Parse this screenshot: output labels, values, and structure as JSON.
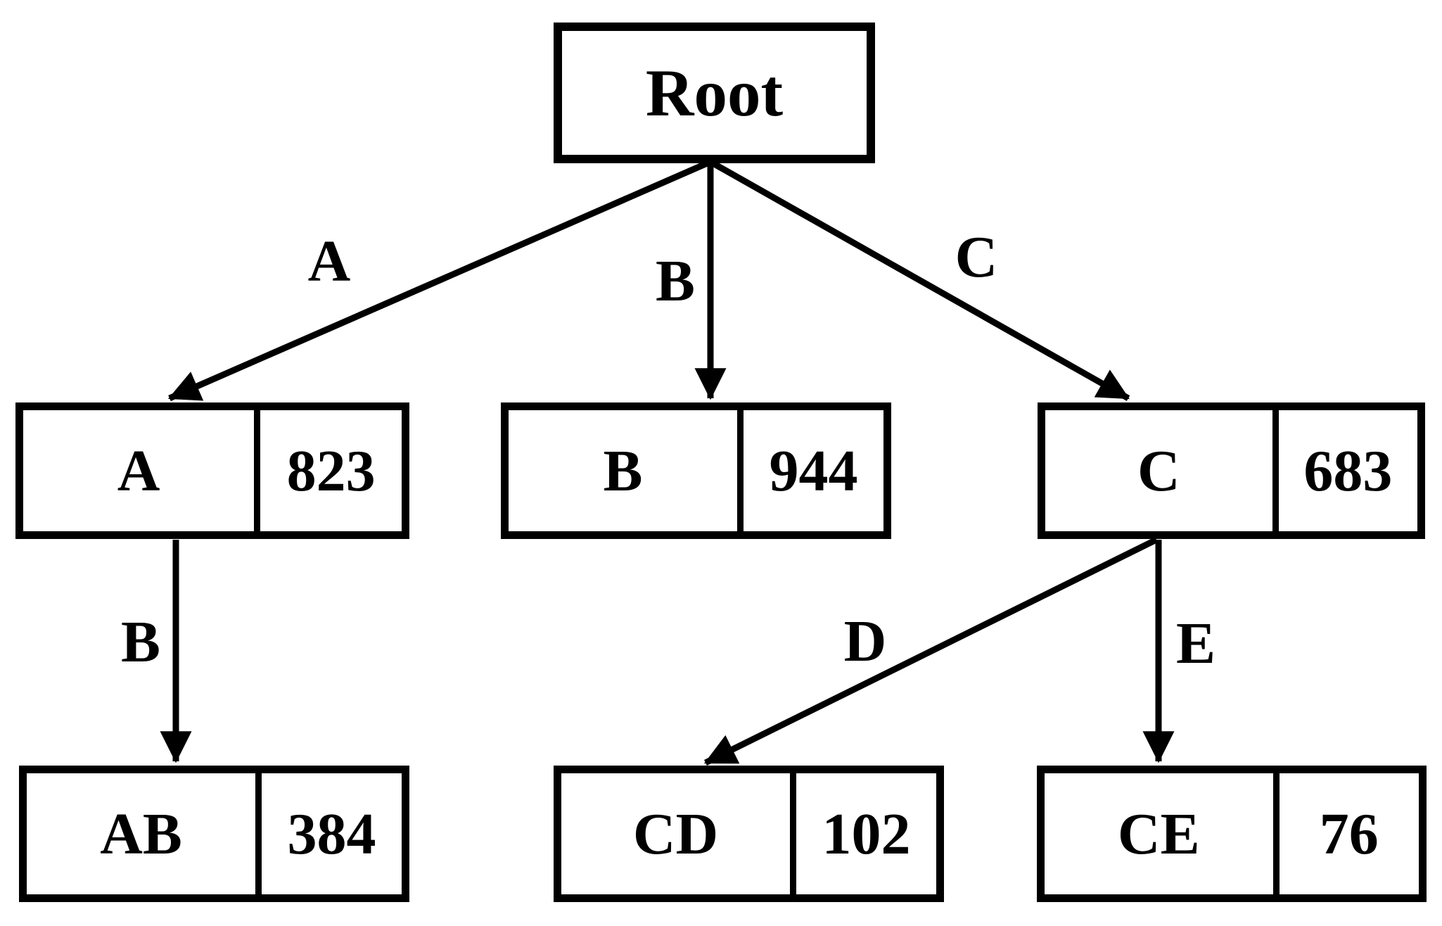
{
  "diagram": {
    "type": "tree",
    "colors": {
      "line": "#000000",
      "text": "#000000",
      "background": "#ffffff"
    },
    "root": {
      "label": "Root"
    },
    "nodes": [
      {
        "key": "A",
        "value": "823"
      },
      {
        "key": "B",
        "value": "944"
      },
      {
        "key": "C",
        "value": "683"
      },
      {
        "key": "AB",
        "value": "384"
      },
      {
        "key": "CD",
        "value": "102"
      },
      {
        "key": "CE",
        "value": "76"
      }
    ],
    "edges": [
      {
        "from": "Root",
        "to": "A",
        "label": "A"
      },
      {
        "from": "Root",
        "to": "B",
        "label": "B"
      },
      {
        "from": "Root",
        "to": "C",
        "label": "C"
      },
      {
        "from": "A",
        "to": "AB",
        "label": "B"
      },
      {
        "from": "C",
        "to": "CD",
        "label": "D"
      },
      {
        "from": "C",
        "to": "CE",
        "label": "E"
      }
    ]
  }
}
